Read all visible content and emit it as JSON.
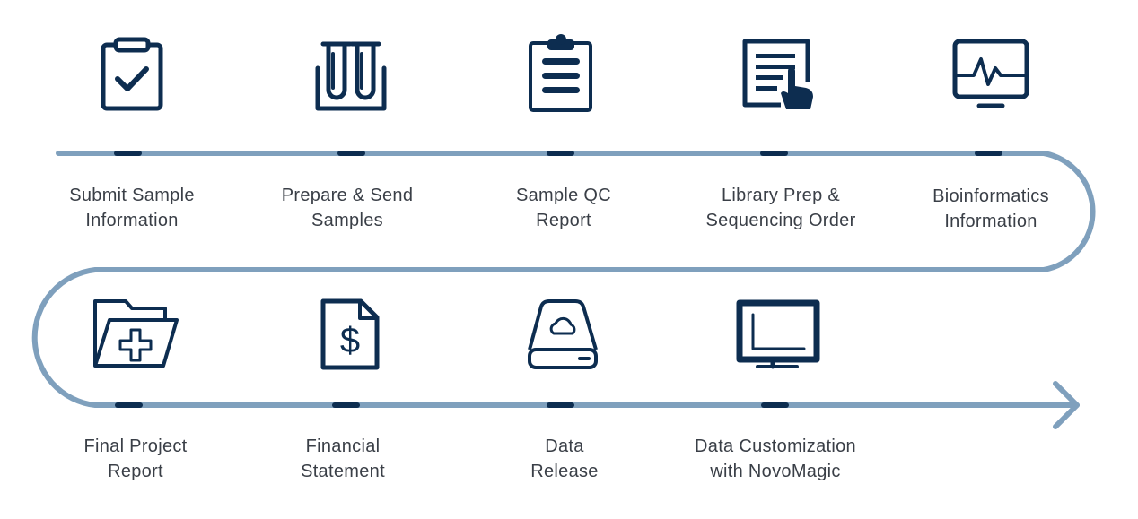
{
  "colors": {
    "navy": "#0d2d50",
    "track": "#7fa0bd",
    "text": "#3a3f47"
  },
  "steps": [
    {
      "icon": "clipboard-check-icon",
      "line1": "Submit Sample",
      "line2": "Information"
    },
    {
      "icon": "test-tubes-icon",
      "line1": "Prepare & Send",
      "line2": "Samples"
    },
    {
      "icon": "clipboard-list-icon",
      "line1": "Sample QC",
      "line2": "Report"
    },
    {
      "icon": "document-click-icon",
      "line1": "Library Prep &",
      "line2": "Sequencing Order"
    },
    {
      "icon": "monitor-heartbeat-icon",
      "line1": "Bioinformatics",
      "line2": "Information"
    },
    {
      "icon": "medical-folder-icon",
      "line1": "Final Project",
      "line2": "Report"
    },
    {
      "icon": "dollar-document-icon",
      "line1": "Financial",
      "line2": "Statement"
    },
    {
      "icon": "cloud-drive-icon",
      "line1": "Data",
      "line2": "Release"
    },
    {
      "icon": "monitor-chart-icon",
      "line1": "Data Customization",
      "line2": "with NovoMagic"
    }
  ]
}
